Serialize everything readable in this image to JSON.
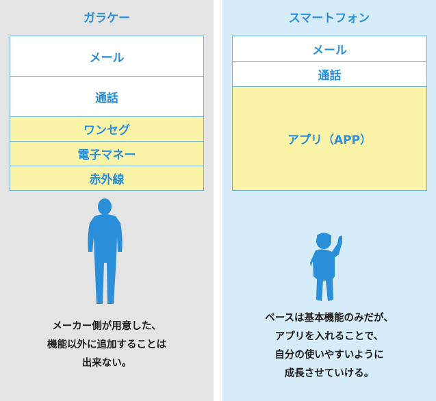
{
  "left": {
    "title": "ガラケー",
    "cells": [
      "メール",
      "通話",
      "ワンセグ",
      "電子マネー",
      "赤外線"
    ],
    "caption": [
      "メーカー側が用意した、",
      "機能以外に追加することは",
      "出来ない。"
    ],
    "figure_icon": "adult-silhouette-icon"
  },
  "right": {
    "title": "スマートフォン",
    "cells": [
      "メール",
      "通話",
      "アプリ（APP）"
    ],
    "caption": [
      "ベースは基本機能のみだが、",
      "アプリを入れることで、",
      "自分の使いやすいように",
      "成長させていける。"
    ],
    "figure_icon": "child-silhouette-icon"
  },
  "colors": {
    "accent": "#2a8fd8",
    "border": "#6fb5e4",
    "yellow": "#fbf3a8",
    "left_bg": "#e4e4e4",
    "right_bg": "#d6ecf8"
  }
}
